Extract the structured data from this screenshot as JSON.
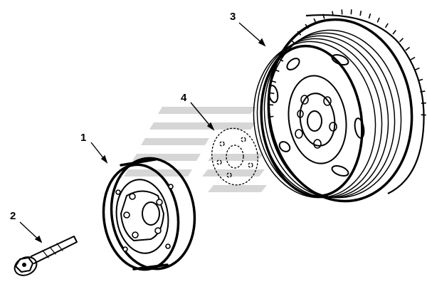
{
  "figure": {
    "callouts": [
      {
        "id": "1",
        "label": "1",
        "part": "crankshaft-hub"
      },
      {
        "id": "2",
        "label": "2",
        "part": "hub-bolt"
      },
      {
        "id": "3",
        "label": "3",
        "part": "vibration-damper-pulley"
      },
      {
        "id": "4",
        "label": "4",
        "part": "spacer-plate"
      }
    ],
    "colors": {
      "ink": "#000000",
      "watermark": "#cfcfcf",
      "background": "#ffffff"
    }
  }
}
